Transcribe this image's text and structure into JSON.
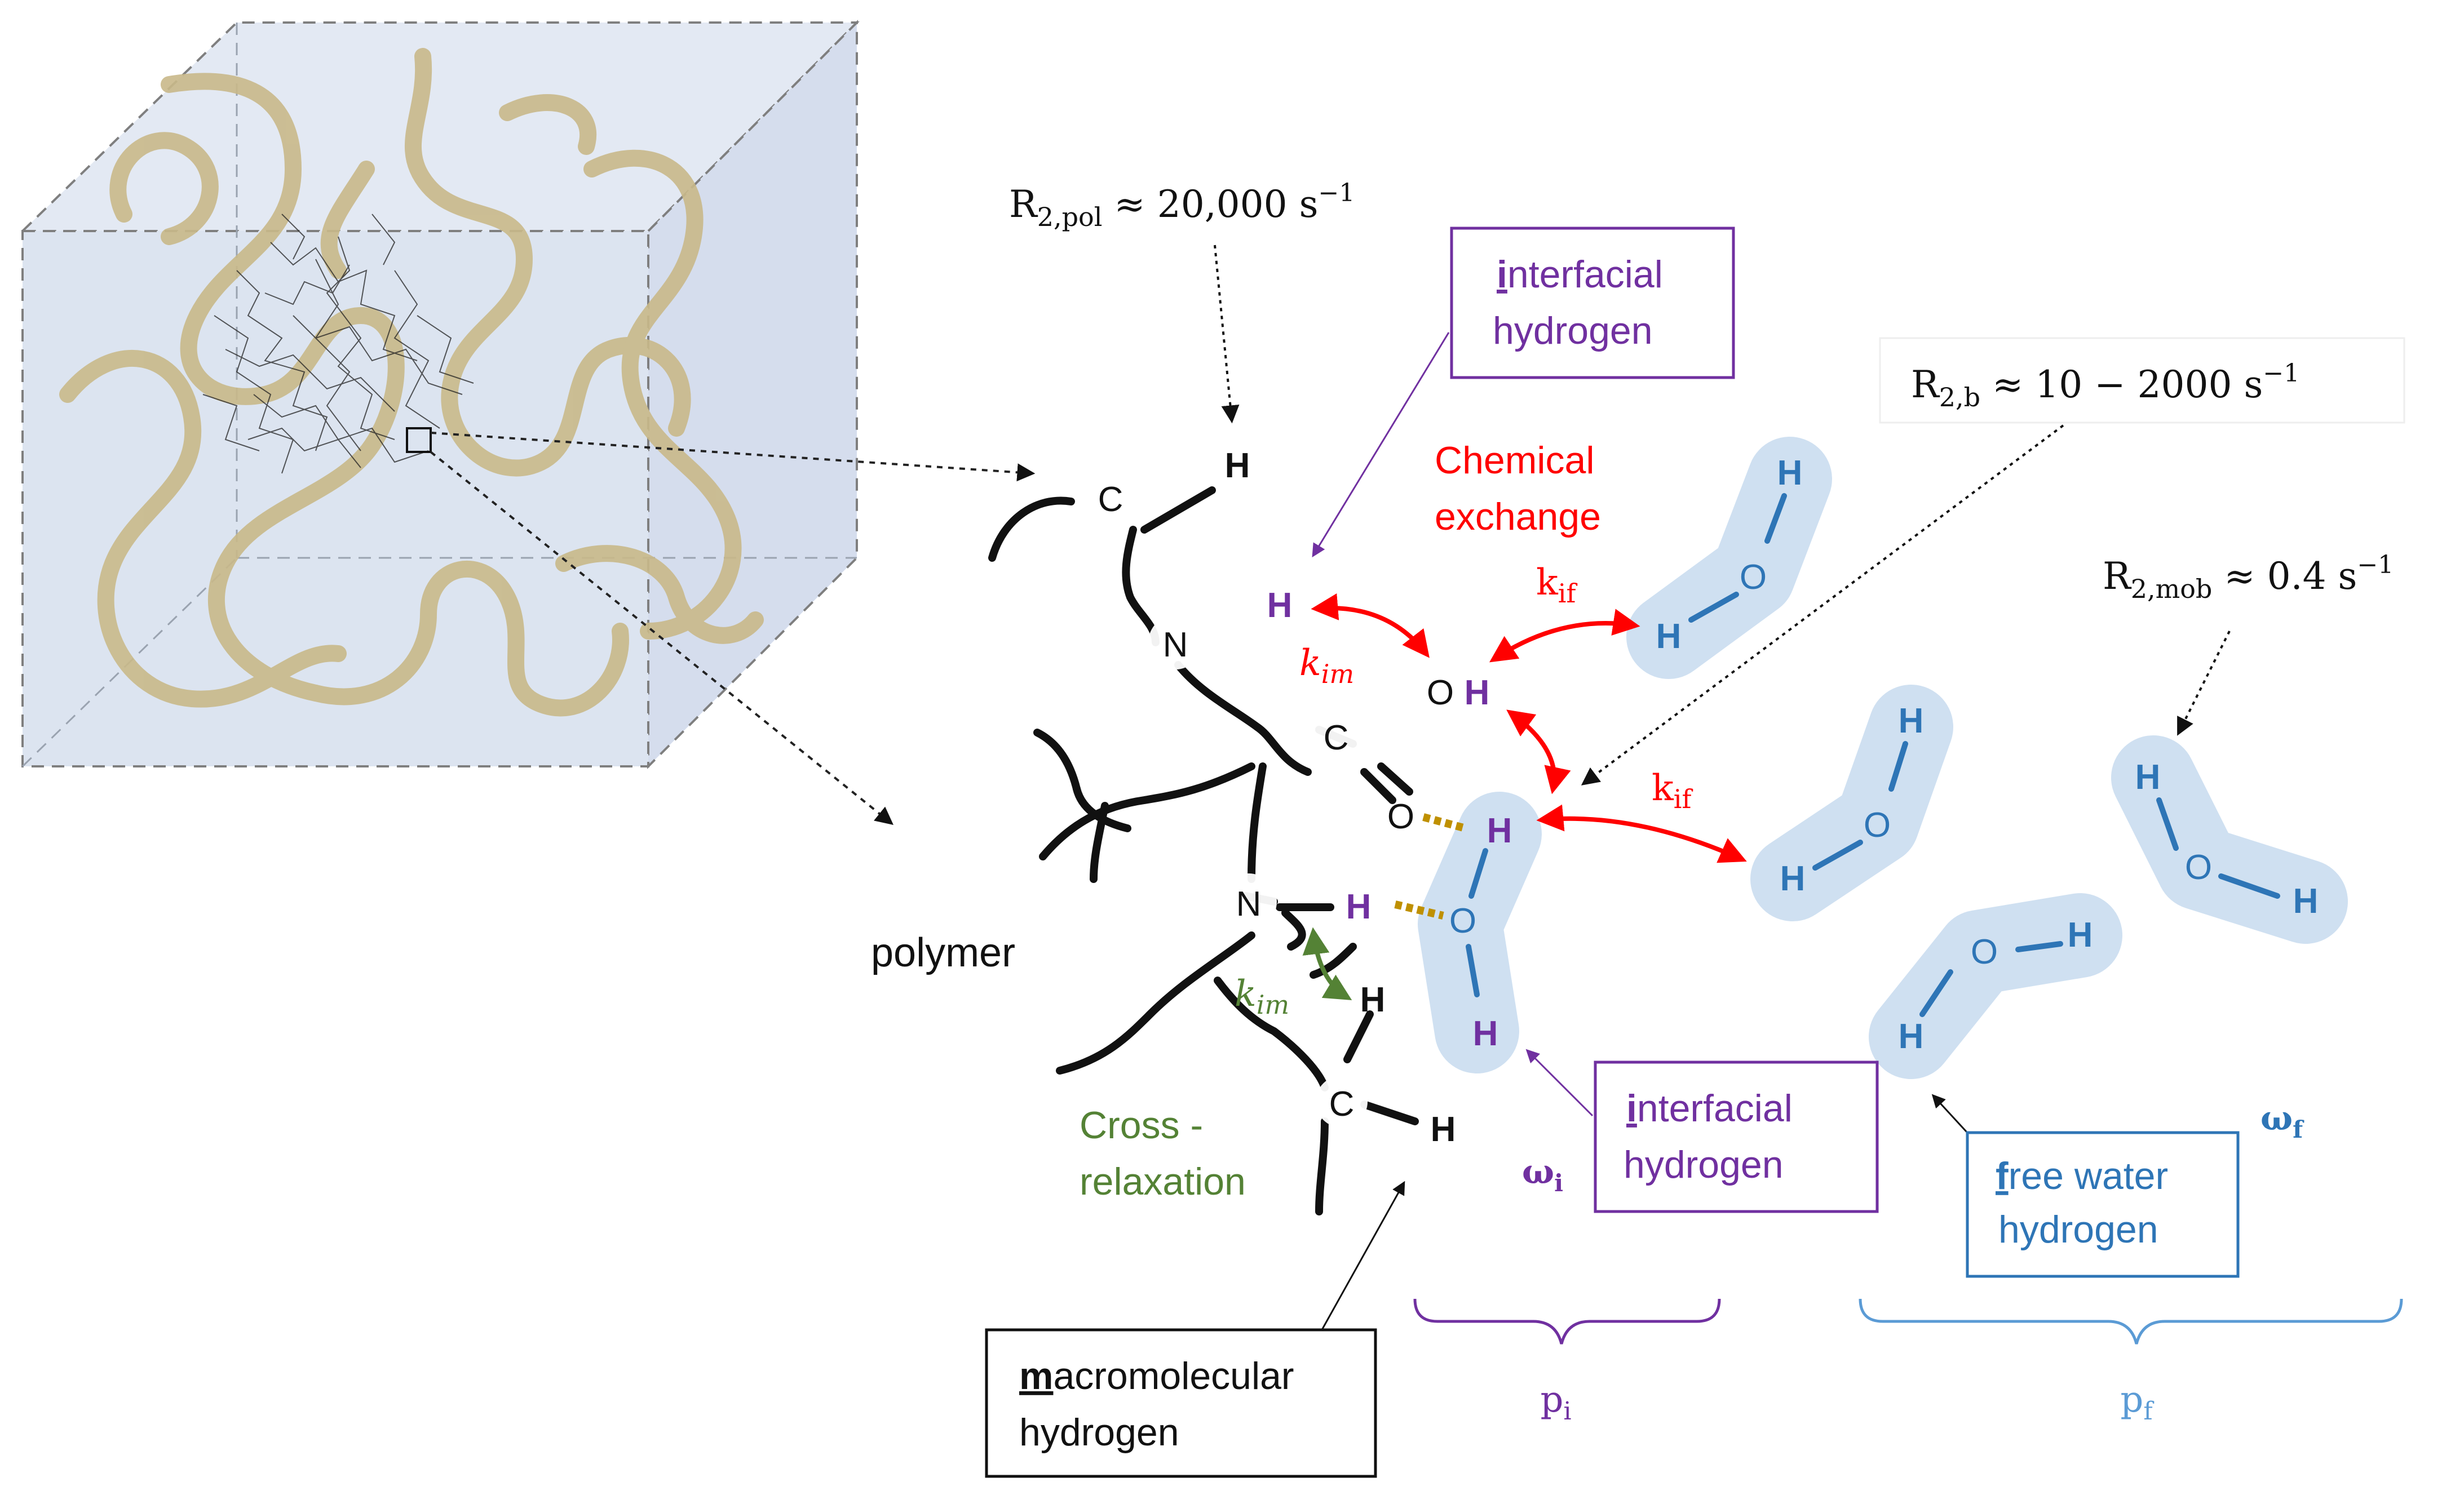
{
  "colors": {
    "black": "#111111",
    "purple": "#7030a0",
    "red": "#ff0000",
    "green": "#548235",
    "blue": "#2e75b6",
    "water_halo": "#cfe0f1",
    "bracket_blue": "#5b9bd5",
    "bracket_purple": "#7030a0",
    "hbond": "#bf9000",
    "cube_fill": "#dce4f0",
    "coil": "#c9b98a"
  },
  "labels": {
    "r2pol_main": "R",
    "r2pol_sub": "2,pol",
    "r2pol_rest": " ≈ 20,000 s",
    "r2pol_sup": "−1",
    "r2b_main": "R",
    "r2b_sub": "2,b",
    "r2b_rest": " ≈ 10  − 2000 s",
    "r2b_sup": "−1",
    "r2mob_main": "R",
    "r2mob_sub": "2,mob",
    "r2mob_rest": " ≈ 0.4 s",
    "r2mob_sup": "−1",
    "interfacial_top_initial": "i",
    "interfacial_top_rest": "nterfacial",
    "interfacial_top_line2": "hydrogen",
    "interfacial_bottom_initial": "i",
    "interfacial_bottom_rest": "nterfacial",
    "interfacial_bottom_line2": "hydrogen",
    "free_initial": "f",
    "free_rest": "ree water",
    "free_line2": "hydrogen",
    "macro_initial": "m",
    "macro_rest": "acromolecular",
    "macro_line2": "hydrogen",
    "chemical_line1": "Chemical",
    "chemical_line2": "exchange",
    "cross_line1": "Cross -",
    "cross_line2": "relaxation",
    "polymer": "polymer",
    "kim_k": "k",
    "kim_sub": "im",
    "kif_k": "k",
    "kif_sub": "if",
    "omega_i": "ω",
    "omega_i_sub": "i",
    "omega_f": "ω",
    "omega_f_sub": "f",
    "p_i": "p",
    "p_i_sub": "i",
    "p_f": "p",
    "p_f_sub": "f"
  },
  "atoms": {
    "C": "C",
    "N": "N",
    "H": "H",
    "O": "O",
    "OH_O": "O",
    "OH_H": "H"
  }
}
